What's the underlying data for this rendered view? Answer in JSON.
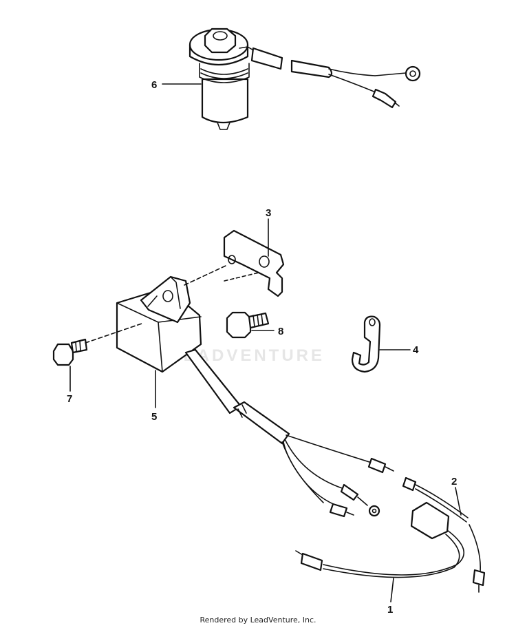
{
  "callouts": {
    "c1": "1",
    "c2": "2",
    "c3": "3",
    "c4": "4",
    "c5": "5",
    "c6": "6",
    "c7": "7",
    "c8": "8"
  },
  "watermark": "LEADVENTURE",
  "footer": "Rendered by LeadVenture, Inc.",
  "colors": {
    "line": "#111111",
    "background": "#ffffff",
    "watermark": "#e6e6e6"
  }
}
